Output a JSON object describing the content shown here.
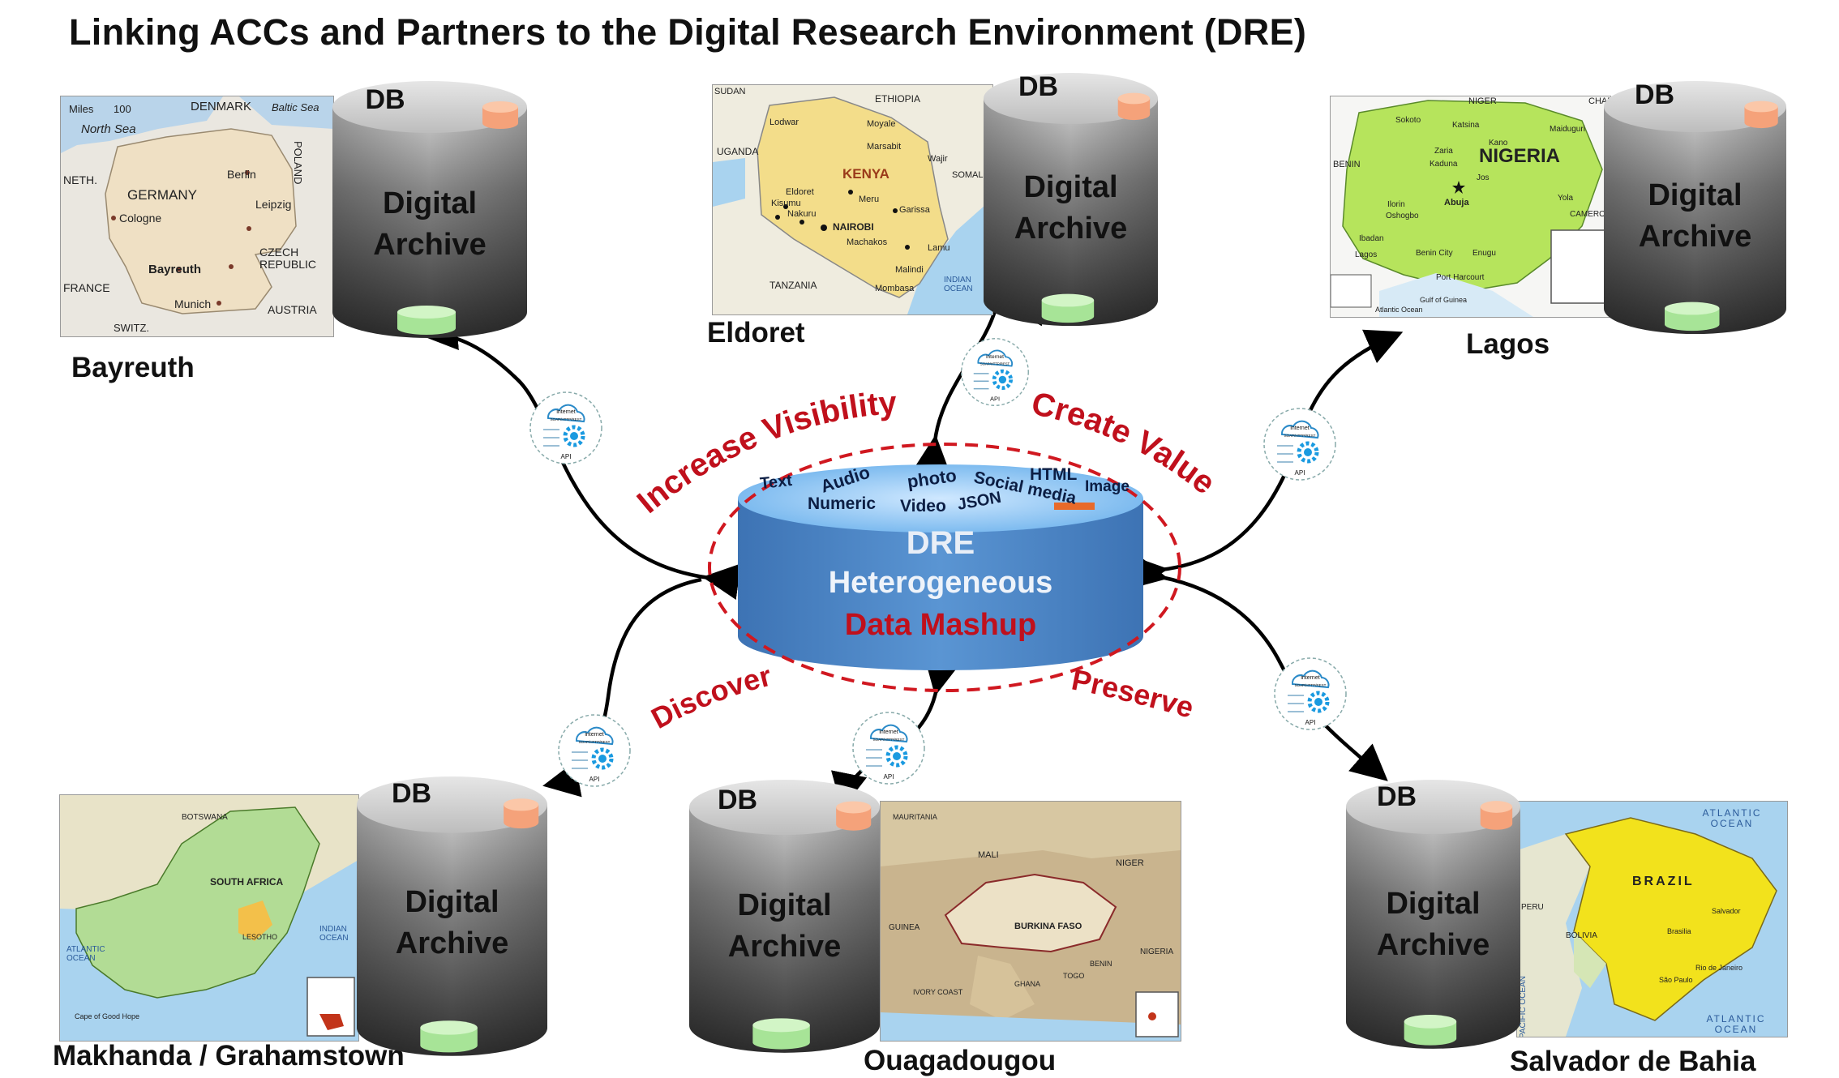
{
  "title": "Linking ACCs and Partners to the Digital Research Environment (DRE)",
  "archive": {
    "db": "DB",
    "line1": "Digital",
    "line2": "Archive"
  },
  "api": {
    "cloud": "internet",
    "proto": "SOAP/HTTP/REST",
    "label": "API"
  },
  "center": {
    "line1": "DRE",
    "line2": "Heterogeneous",
    "line3": "Data Mashup",
    "top_words": [
      "Text",
      "Audio",
      "photo",
      "Social media",
      "HTML",
      "Image",
      "Numeric",
      "Video",
      "JSON"
    ],
    "arcs": {
      "top_left": "Increase Visibility",
      "top_right": "Create Value",
      "bottom_left": "Discover",
      "bottom_right": "Preserve"
    }
  },
  "nodes": {
    "bayreuth": {
      "city": "Bayreuth",
      "map_labels": [
        "Miles",
        "100",
        "DENMARK",
        "Baltic Sea",
        "North Sea",
        "NETH.",
        "GERMANY",
        "Berlin",
        "Cologne",
        "Leipzig",
        "POLAND",
        "Bayreuth",
        "CZECH REPUBLIC",
        "FRANCE",
        "Munich",
        "AUSTRIA",
        "SWITZ."
      ]
    },
    "eldoret": {
      "city": "Eldoret",
      "map_labels": [
        "SUDAN",
        "ETHIOPIA",
        "UGANDA",
        "KENYA",
        "Lodwar",
        "Moyale",
        "Marsabit",
        "Wajir",
        "Eldoret",
        "Kisumu",
        "Nakuru",
        "Meru",
        "NAIROBI",
        "Garissa",
        "Machakos",
        "Lamu",
        "Malindi",
        "Mombasa",
        "TANZANIA",
        "INDIAN OCEAN",
        "SOMALIA"
      ]
    },
    "lagos": {
      "city": "Lagos",
      "map_labels": [
        "NIGER",
        "CHAD",
        "NIGERIA",
        "BENIN",
        "Sokoto",
        "Katsina",
        "Kano",
        "Maiduguri",
        "Zaria",
        "Kaduna",
        "Jos",
        "Abuja",
        "Yola",
        "Ilorin",
        "Oshogbo",
        "Ibadan",
        "Lagos",
        "Benin City",
        "Enugu",
        "Port Harcourt",
        "CAMEROON",
        "Gulf of Guinea",
        "Atlantic Ocean"
      ]
    },
    "makhanda": {
      "city": "Makhanda / Grahamstown",
      "map_labels": [
        "BOTSWANA",
        "SOUTH AFRICA",
        "LESOTHO",
        "ATLANTIC OCEAN",
        "INDIAN OCEAN",
        "Cape of Good Hope"
      ]
    },
    "ouaga": {
      "city": "Ouagadougou",
      "map_labels": [
        "MAURITANIA",
        "MALI",
        "BURKINA FASO",
        "NIGER",
        "NIGERIA",
        "GUINEA",
        "IVORY COAST",
        "GHANA",
        "TOGO",
        "BENIN"
      ]
    },
    "salvador": {
      "city": "Salvador de Bahia",
      "map_labels": [
        "ATLANTIC OCEAN",
        "BRAZIL",
        "PERU",
        "BOLIVIA",
        "PACIFIC OCEAN",
        "ATLANTIC OCEAN",
        "Brasilia",
        "Salvador",
        "Rio de Janeiro",
        "São Paulo"
      ]
    }
  },
  "colors": {
    "title": "#111111",
    "cylinder_dark": "#3a3a3a",
    "cylinder_light": "#c9c9c9",
    "cap_orange": "#f7b08a",
    "cap_green": "#b7eba5",
    "dre_blue": "#4d86c6",
    "dre_red": "#c0101c",
    "map_germany": "#ecdcc3",
    "map_kenya": "#f3dd8a",
    "map_nigeria": "#b6e45c",
    "map_sa": "#b2dc95",
    "map_burkina": "#e9dcc0",
    "map_brazil": "#f2e21c",
    "sea": "#a9d3ef"
  }
}
